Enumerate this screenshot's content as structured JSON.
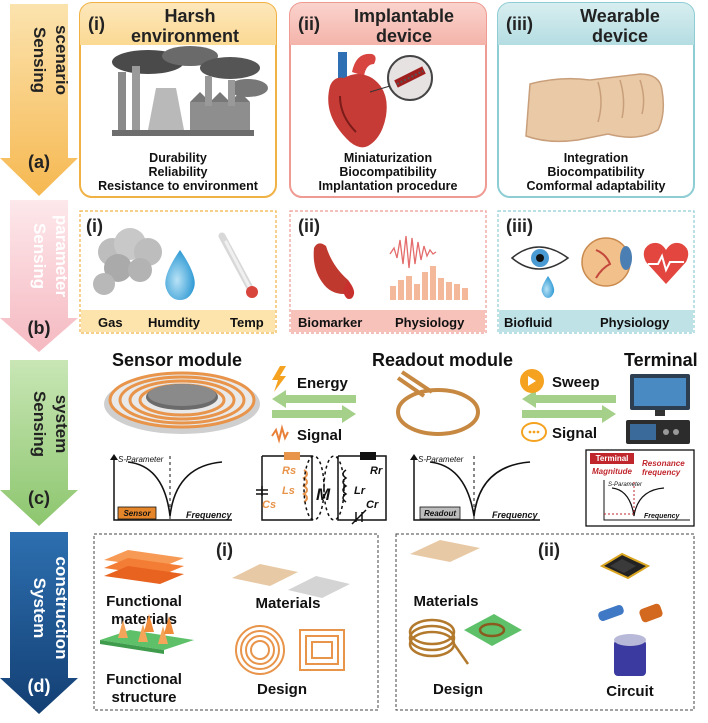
{
  "side_labels": [
    {
      "lines": [
        "Sensing",
        "scenario"
      ],
      "letter": "(a)"
    },
    {
      "lines": [
        "Sensing",
        "parameter"
      ],
      "letter": "(b)"
    },
    {
      "lines": [
        "Sensing",
        "system"
      ],
      "letter": "(c)"
    },
    {
      "lines": [
        "System",
        "construction"
      ],
      "letter": "(d)"
    }
  ],
  "scenario": {
    "harsh": {
      "num": "(i)",
      "title": [
        "Harsh",
        "environment"
      ],
      "desc": [
        "Durability",
        "Reliability",
        "Resistance to environment"
      ]
    },
    "implant": {
      "num": "(ii)",
      "title": [
        "Implantable",
        "device"
      ],
      "desc": [
        "Miniaturization",
        "Biocompatibility",
        "Implantation procedure"
      ]
    },
    "wearable": {
      "num": "(iii)",
      "title": [
        "Wearable",
        "device"
      ],
      "desc": [
        "Integration",
        "Biocompatibility",
        "Comformal adaptability"
      ]
    }
  },
  "parameter": {
    "p1": {
      "num": "(i)",
      "labels": [
        "Gas",
        "Humdity",
        "Temp"
      ]
    },
    "p2": {
      "num": "(ii)",
      "labels": [
        "Biomarker",
        "Physiology"
      ]
    },
    "p3": {
      "num": "(iii)",
      "labels": [
        "Biofluid",
        "Physiology"
      ]
    }
  },
  "system": {
    "sensor_module": "Sensor module",
    "readout_module": "Readout module",
    "terminal": "Terminal",
    "energy": "Energy",
    "signal": "Signal",
    "sweep": "Sweep",
    "signal2": "Signal",
    "sensor_plot": {
      "ylabel": "S-Parameter",
      "xlabel": "Frequency",
      "tag": "Sensor"
    },
    "readout_plot": {
      "ylabel": "S-Parameter",
      "xlabel": "Frequency",
      "tag": "Readout"
    },
    "terminal_plot": {
      "tag": "Terminal",
      "magnitude": "Magnitude",
      "resonance": [
        "Resonance",
        "frequency"
      ],
      "ylabel": "S-Parameter",
      "xlabel": "Frequency"
    },
    "circuit": {
      "Rs": "Rs",
      "Ls": "Ls",
      "Cs": "Cs",
      "M": "M",
      "Rr": "Rr",
      "Lr": "Lr",
      "Cr": "Cr"
    }
  },
  "construction": {
    "left": {
      "num": "(i)",
      "functional_materials": [
        "Functional",
        "materials"
      ],
      "materials": "Materials",
      "functional_structure": [
        "Functional",
        "structure"
      ],
      "design": "Design"
    },
    "right": {
      "num": "(ii)",
      "materials": "Materials",
      "design": "Design",
      "circuit": "Circuit"
    }
  },
  "colors": {
    "arrow_a": "#f9c66b",
    "arrow_b": "#f8c9cf",
    "arrow_c": "#a5d08a",
    "arrow_d": "#1c5a97",
    "box_a": "#fde6b6",
    "box_b": "#f7c9c2",
    "box_c": "#cfe9ec",
    "coil": "#e8944a",
    "sensor_tag": "#e5862b",
    "terminal_red": "#c0272d"
  }
}
